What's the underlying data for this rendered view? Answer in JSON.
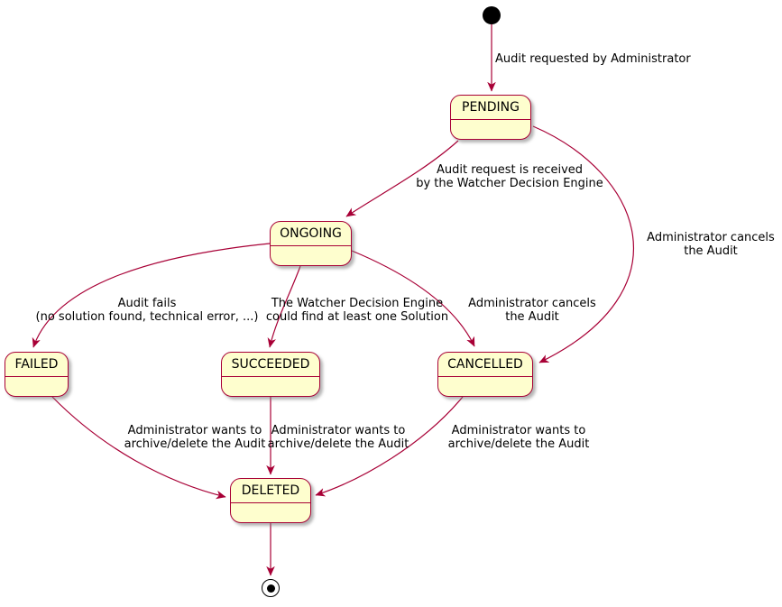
{
  "diagram_type": "state-machine",
  "colors": {
    "state_fill": "#fefece",
    "state_border": "#a80036",
    "arrow": "#a80036",
    "text": "#000000"
  },
  "states": {
    "pending": "PENDING",
    "ongoing": "ONGOING",
    "failed": "FAILED",
    "succeeded": "SUCCEEDED",
    "cancelled": "CANCELLED",
    "deleted": "DELETED"
  },
  "transitions": {
    "init_to_pending": {
      "from": "initial",
      "to": "PENDING",
      "label": "Audit requested by Administrator"
    },
    "pending_to_ongoing": {
      "from": "PENDING",
      "to": "ONGOING",
      "label": "Audit request is received\nby the Watcher Decision Engine"
    },
    "ongoing_to_failed": {
      "from": "ONGOING",
      "to": "FAILED",
      "label": "Audit fails\n(no solution found, technical error, ...)"
    },
    "ongoing_to_succeeded": {
      "from": "ONGOING",
      "to": "SUCCEEDED",
      "label": "The Watcher Decision Engine\ncould find at least one Solution"
    },
    "ongoing_to_cancelled": {
      "from": "ONGOING",
      "to": "CANCELLED",
      "label": "Administrator cancels\nthe Audit"
    },
    "pending_to_cancelled": {
      "from": "PENDING",
      "to": "CANCELLED",
      "label": "Administrator cancels\nthe Audit"
    },
    "failed_to_deleted": {
      "from": "FAILED",
      "to": "DELETED",
      "label": "Administrator wants to\narchive/delete the Audit"
    },
    "succeeded_to_deleted": {
      "from": "SUCCEEDED",
      "to": "DELETED",
      "label": "Administrator wants to\narchive/delete the Audit"
    },
    "cancelled_to_deleted": {
      "from": "CANCELLED",
      "to": "DELETED",
      "label": "Administrator wants to\narchive/delete the Audit"
    },
    "deleted_to_final": {
      "from": "DELETED",
      "to": "final",
      "label": ""
    }
  }
}
